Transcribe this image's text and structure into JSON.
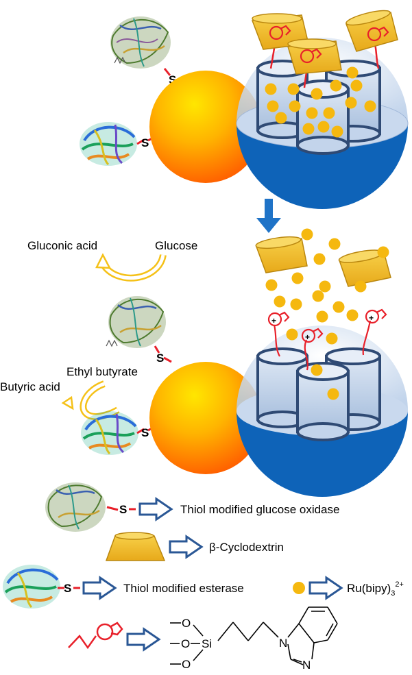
{
  "labels": {
    "gluconic_acid": "Gluconic acid",
    "glucose": "Glucose",
    "ethyl_butyrate": "Ethyl butyrate",
    "butyric_acid": "Butyric acid",
    "thiol_s": "S",
    "plus": "+"
  },
  "legend": {
    "glucose_oxidase": "Thiol modified glucose oxidase",
    "cyclodextrin": "β-Cyclodextrin",
    "esterase": "Thiol modified esterase",
    "ru_base": "Ru(bipy)",
    "ru_sub": "3",
    "ru_sup": "2+",
    "chem_o1": "O",
    "chem_o2": "O",
    "chem_o3": "O",
    "chem_si": "Si",
    "chem_n1": "N",
    "chem_n2": "N"
  },
  "colors": {
    "gold": "#f5c118",
    "gold_dark": "#c9920a",
    "cup": "#f2bb2a",
    "cup_stroke": "#b9860e",
    "red": "#e8202a",
    "blue_dark": "#0e63b8",
    "blue_light": "#c9d9ee",
    "pore_stroke": "#2f4a74",
    "arrow_blue": "#1f73c7",
    "outline_blue": "#2a5795",
    "text": "#000000"
  }
}
